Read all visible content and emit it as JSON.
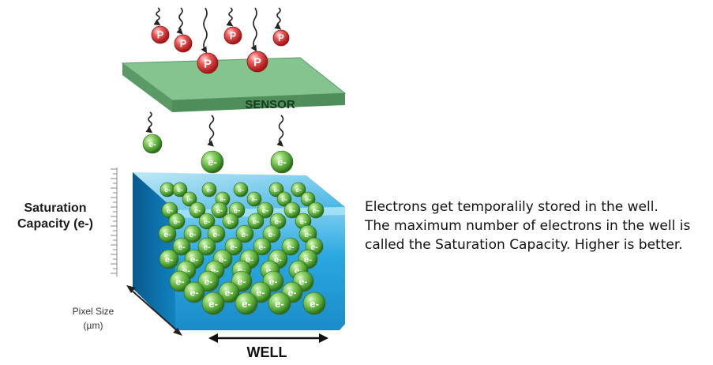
{
  "diagram": {
    "sensor_label": "SENSOR",
    "photon_label": "P",
    "electron_label": "e-",
    "well_label": "WELL",
    "saturation_label": [
      "Saturation",
      "Capacity (e-)"
    ],
    "pixel_size_label": [
      "Pixel Size",
      "(µm)"
    ]
  },
  "description": {
    "lines": [
      "Electrons get temporalily stored in the well.",
      "The maximum number of electrons in the well is",
      "called the Saturation Capacity. Higher is better."
    ]
  },
  "colors": {
    "sensor_top": "#7fbe8a",
    "sensor_side": "#4f8d5b",
    "well_front": "#1f9fd8",
    "well_side": "#0b6fa8",
    "electron": "#6cc04a",
    "photon": "#e23b3b"
  }
}
